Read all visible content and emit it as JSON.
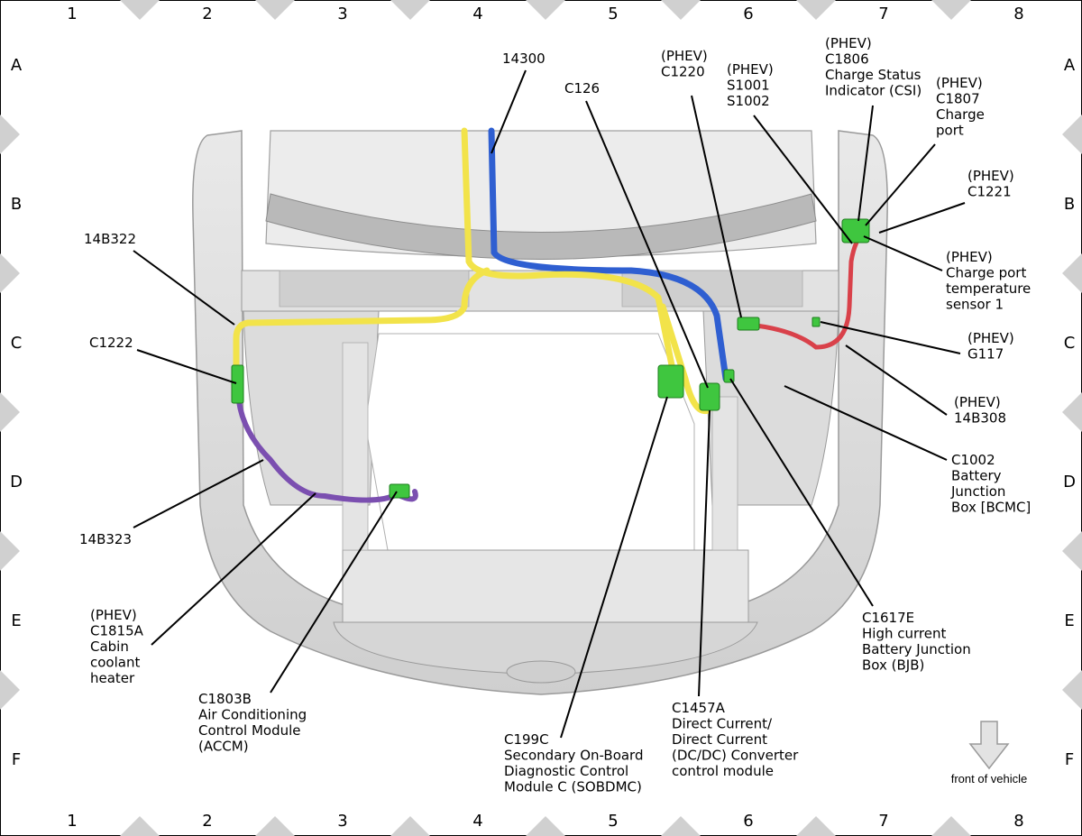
{
  "grid": {
    "columns": [
      "1",
      "2",
      "3",
      "4",
      "5",
      "6",
      "7",
      "8"
    ],
    "rows": [
      "A",
      "B",
      "C",
      "D",
      "E",
      "F"
    ]
  },
  "callouts": {
    "c14300": [
      "14300"
    ],
    "c126": [
      "C126"
    ],
    "c1220": [
      "(PHEV)",
      "C1220"
    ],
    "s1001": [
      "(PHEV)",
      "S1001",
      "S1002"
    ],
    "c1806": [
      "(PHEV)",
      "C1806",
      "Charge Status",
      "Indicator (CSI)"
    ],
    "c1807": [
      "(PHEV)",
      "C1807",
      "Charge",
      "port"
    ],
    "c1221": [
      "(PHEV)",
      "C1221"
    ],
    "chargeTemp": [
      "(PHEV)",
      "Charge port",
      "temperature",
      "sensor 1"
    ],
    "g117": [
      "(PHEV)",
      "G117"
    ],
    "b308": [
      "(PHEV)",
      "14B308"
    ],
    "c1002": [
      "C1002",
      "Battery",
      "Junction",
      "Box [BCMC]"
    ],
    "c1617": [
      "C1617E",
      "High current",
      "Battery Junction",
      "Box (BJB)"
    ],
    "c1457": [
      "C1457A",
      "Direct Current/",
      "Direct Current",
      "(DC/DC) Converter",
      "control module"
    ],
    "c199": [
      "C199C",
      "Secondary On-Board",
      "Diagnostic Control",
      "Module C (SOBDMC)"
    ],
    "c1803": [
      "C1803B",
      "Air Conditioning",
      "Control Module",
      "(ACCM)"
    ],
    "c1815": [
      "(PHEV)",
      "C1815A",
      "Cabin",
      "coolant",
      "heater"
    ],
    "b323": [
      "14B323"
    ],
    "c1222": [
      "C1222"
    ],
    "b322": [
      "14B322"
    ]
  },
  "footer": {
    "front_of_vehicle": "front of vehicle",
    "arrow_icon": "down-arrow-icon"
  },
  "colors": {
    "yellow_harness": "#f2e34a",
    "blue_harness": "#2f5fd1",
    "red_harness": "#d9414a",
    "purple_harness": "#7b4fb0",
    "connector_green": "#3fc63f",
    "body_gray": "#d9d9d9",
    "border_diamond": "#d0d0d0"
  }
}
